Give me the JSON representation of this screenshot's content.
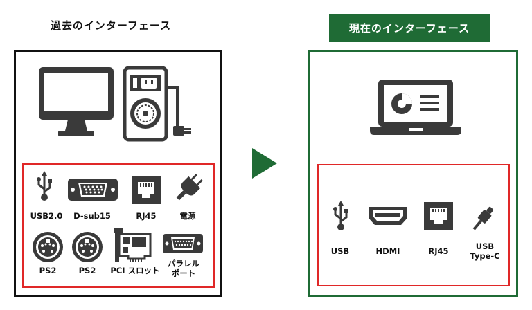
{
  "left_title": "過去のインターフェース",
  "right_title": "現在のインターフェース",
  "left_ports": [
    {
      "label": "USB2.0",
      "icon": "usb-icon"
    },
    {
      "label": "D-sub15",
      "icon": "dsub15-icon"
    },
    {
      "label": "RJ45",
      "icon": "rj45-icon"
    },
    {
      "label": "電源",
      "icon": "power-plug-icon"
    },
    {
      "label": "PS2",
      "icon": "ps2-icon"
    },
    {
      "label": "PS2",
      "icon": "ps2-icon"
    },
    {
      "label": "PCI スロット",
      "icon": "pci-card-icon"
    },
    {
      "label": "パラレル\nポート",
      "icon": "parallel-port-icon"
    }
  ],
  "right_ports": [
    {
      "label": "USB",
      "icon": "usb-icon"
    },
    {
      "label": "HDMI",
      "icon": "hdmi-icon"
    },
    {
      "label": "RJ45",
      "icon": "rj45-icon"
    },
    {
      "label": "USB\nType-C",
      "icon": "usb-c-cable-icon"
    }
  ],
  "colors": {
    "accent_green": "#1f6b35",
    "highlight_red": "#e02828",
    "icon_dark": "#3a3a3a"
  }
}
